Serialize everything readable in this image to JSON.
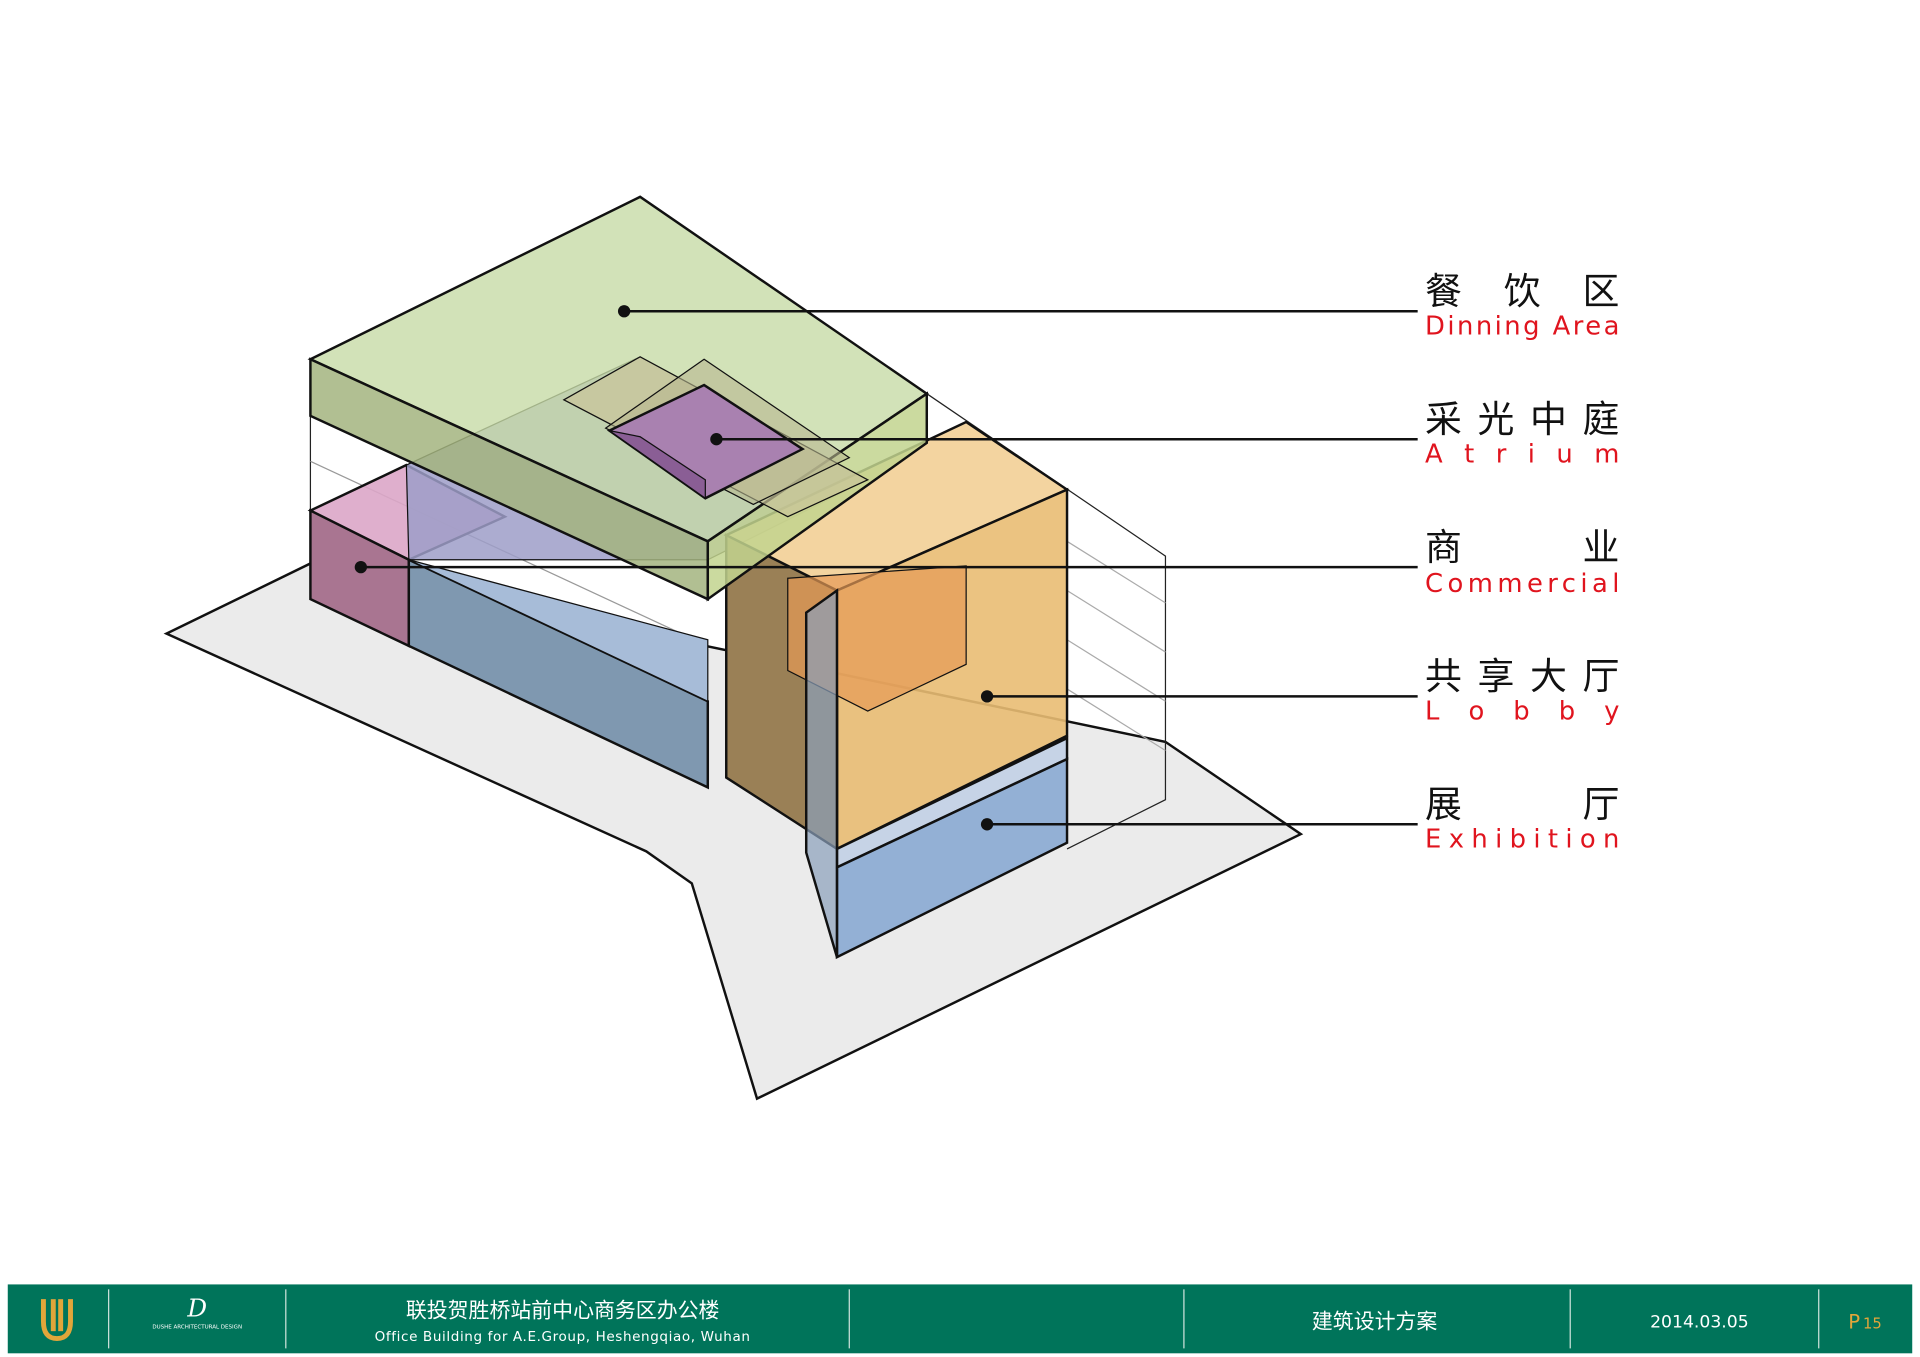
{
  "labels": [
    {
      "cn": "餐 饮 区",
      "en": "Dinning Area"
    },
    {
      "cn": "采光中庭",
      "en": "A t r i u m"
    },
    {
      "cn": "商    业",
      "en": "Commercial"
    },
    {
      "cn": "共享大厅",
      "en": "L o b b y"
    },
    {
      "cn": "展    厅",
      "en": "Exhibition"
    }
  ],
  "footer": {
    "logo_text": "DUSHE ARCHITECTURAL DESIGN",
    "project_cn": "联投贺胜桥站前中心商务区办公楼",
    "project_en": "Office Building for A.E.Group, Heshengqiao, Wuhan",
    "section": "建筑设计方案",
    "date": "2014.03.05",
    "page_prefix": "P",
    "page_number": "15"
  },
  "colors": {
    "footer_bg": "#00745a",
    "accent": "#e0141e",
    "gold": "#e2a63a"
  }
}
